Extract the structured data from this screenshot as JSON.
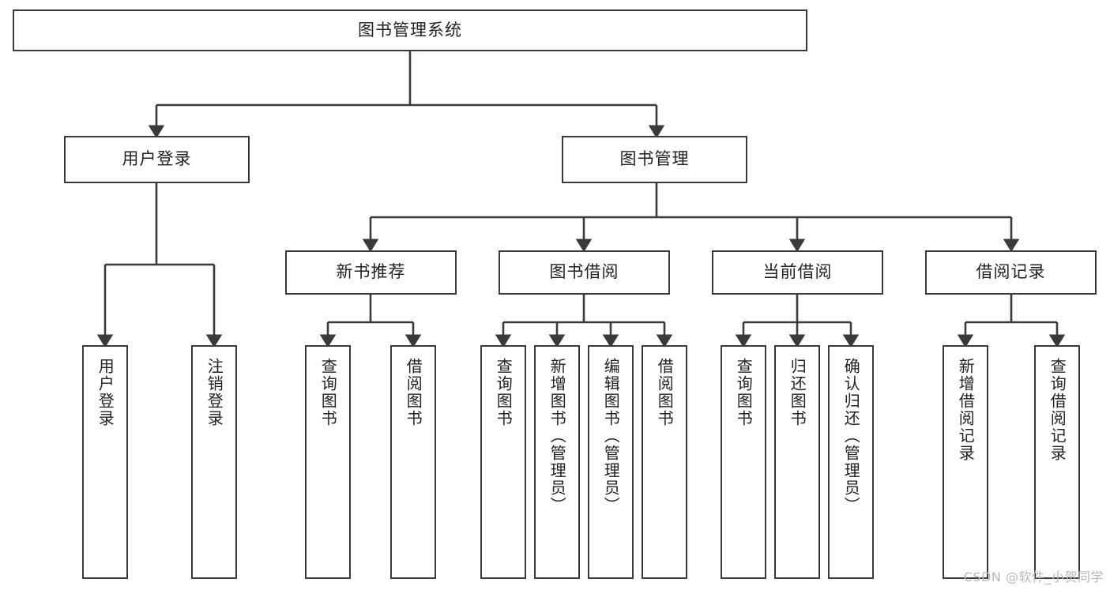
{
  "diagram": {
    "title": "图书管理系统",
    "type": "tree",
    "colors": {
      "stroke": "#3a3a3a",
      "fill": "#ffffff",
      "text": "#222222",
      "watermark": "#b8b8b8"
    },
    "root": {
      "label": "图书管理系统"
    },
    "level2": [
      {
        "label": "用户登录"
      },
      {
        "label": "图书管理"
      }
    ],
    "level3": [
      {
        "label": "新书推荐"
      },
      {
        "label": "图书借阅"
      },
      {
        "label": "当前借阅"
      },
      {
        "label": "借阅记录"
      }
    ],
    "leaves": {
      "user_login": [
        {
          "label": "用户登录"
        },
        {
          "label": "注销登录"
        }
      ],
      "new_book": [
        {
          "label": "查询图书"
        },
        {
          "label": "借阅图书"
        }
      ],
      "borrow": [
        {
          "label": "查询图书"
        },
        {
          "label": "新增图书（管理员）"
        },
        {
          "label": "编辑图书（管理员）"
        },
        {
          "label": "借阅图书"
        }
      ],
      "current": [
        {
          "label": "查询图书"
        },
        {
          "label": "归还图书"
        },
        {
          "label": "确认归还（管理员）"
        }
      ],
      "records": [
        {
          "label": "新增借阅记录"
        },
        {
          "label": "查询借阅记录"
        }
      ]
    }
  },
  "watermark": {
    "text": "CSDN @软件_小贺同学"
  }
}
